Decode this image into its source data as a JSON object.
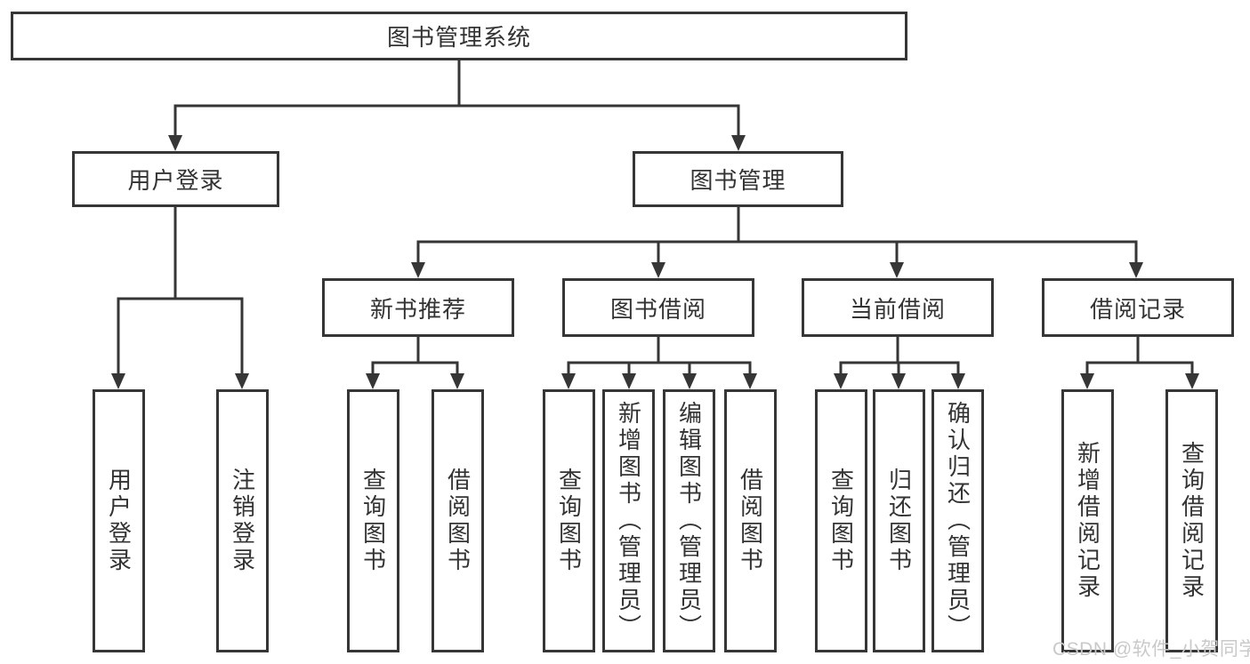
{
  "diagram": {
    "root": {
      "label": "图书管理系统"
    },
    "branches": [
      {
        "label": "用户登录",
        "children": [
          {
            "label": "用户登录"
          },
          {
            "label": "注销登录"
          }
        ]
      },
      {
        "label": "图书管理",
        "children": [
          {
            "label": "新书推荐",
            "children": [
              {
                "label": "查询图书"
              },
              {
                "label": "借阅图书"
              }
            ]
          },
          {
            "label": "图书借阅",
            "children": [
              {
                "label": "查询图书"
              },
              {
                "label": "新增图书（管理员）"
              },
              {
                "label": "编辑图书（管理员）"
              },
              {
                "label": "借阅图书"
              }
            ]
          },
          {
            "label": "当前借阅",
            "children": [
              {
                "label": "查询图书"
              },
              {
                "label": "归还图书"
              },
              {
                "label": "确认归还（管理员）"
              }
            ]
          },
          {
            "label": "借阅记录",
            "children": [
              {
                "label": "新增借阅记录"
              },
              {
                "label": "查询借阅记录"
              }
            ]
          }
        ]
      }
    ]
  },
  "watermark": "CSDN @软件_小贺同学",
  "colors": {
    "line": "#363636",
    "text": "#333333",
    "background": "#ffffff",
    "watermark": "#c9c9c9"
  }
}
